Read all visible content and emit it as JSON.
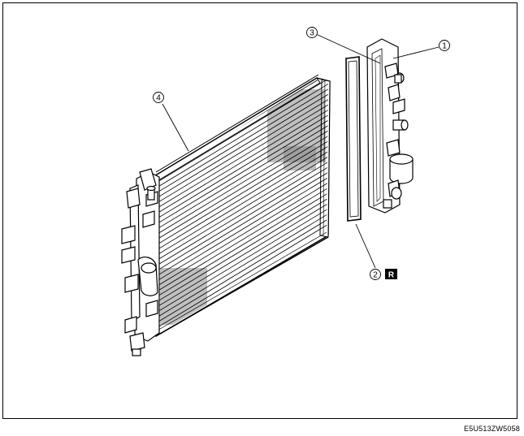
{
  "figure": {
    "code": "E5U513ZW5058",
    "callouts": [
      {
        "id": "callout-1",
        "label": "1"
      },
      {
        "id": "callout-2",
        "label": "2"
      },
      {
        "id": "callout-3",
        "label": "3"
      },
      {
        "id": "callout-4",
        "label": "4"
      }
    ],
    "replace_badge": "R"
  }
}
